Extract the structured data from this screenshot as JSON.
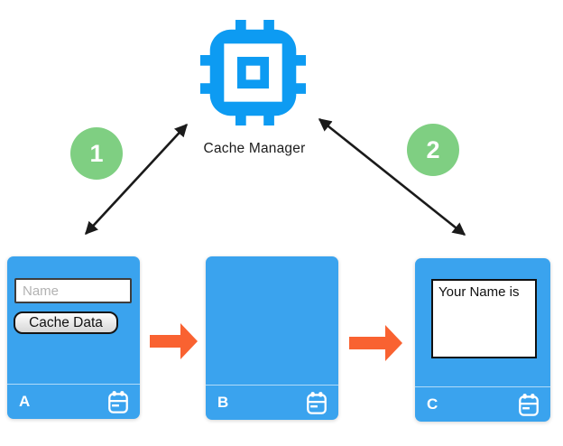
{
  "diagram": {
    "title": "Cache Manager",
    "steps": [
      {
        "number": "1"
      },
      {
        "number": "2"
      }
    ],
    "screens": [
      {
        "label": "A",
        "input_value": "",
        "input_placeholder": "Name",
        "button_label": "Cache Data"
      },
      {
        "label": "B"
      },
      {
        "label": "C",
        "output_text": "Your Name is"
      }
    ],
    "icons": {
      "manager": "cpu-chip-icon",
      "screen_footer": "calendar-icon"
    },
    "colors": {
      "chip_blue": "#0D9BF2",
      "card_blue": "#3AA3EE",
      "step_green": "#7FCF82",
      "flow_orange": "#F96231",
      "connector_black": "#1a1a1a"
    }
  }
}
